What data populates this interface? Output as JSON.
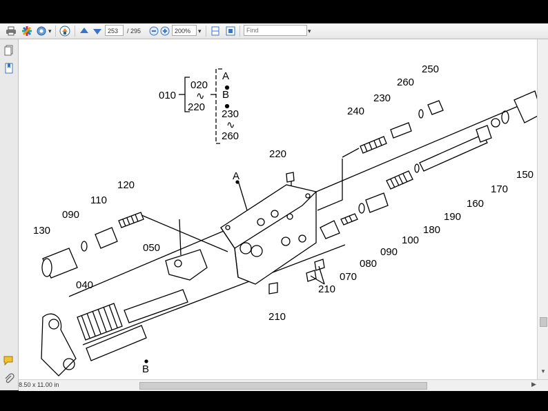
{
  "toolbar": {
    "page_current": "253",
    "page_total": "/ 295",
    "zoom": "200%",
    "find_placeholder": "Find"
  },
  "status": {
    "page_size": "8.50 x 11.00 in"
  },
  "drawing": {
    "group_010": "010",
    "group_020": "020",
    "group_220": "220",
    "tilde": "∿",
    "group_A": "A",
    "group_B": "B",
    "group_230": "230",
    "group_260": "260",
    "part_labels": [
      {
        "text": "250"
      },
      {
        "text": "260"
      },
      {
        "text": "230"
      },
      {
        "text": "240"
      },
      {
        "text": "220"
      },
      {
        "text": "A"
      },
      {
        "text": "120"
      },
      {
        "text": "110"
      },
      {
        "text": "090"
      },
      {
        "text": "130"
      },
      {
        "text": "050"
      },
      {
        "text": "040"
      },
      {
        "text": "150"
      },
      {
        "text": "170"
      },
      {
        "text": "160"
      },
      {
        "text": "190"
      },
      {
        "text": "180"
      },
      {
        "text": "100"
      },
      {
        "text": "090"
      },
      {
        "text": "080"
      },
      {
        "text": "070"
      },
      {
        "text": "210"
      },
      {
        "text": "210"
      },
      {
        "text": "B"
      }
    ]
  }
}
